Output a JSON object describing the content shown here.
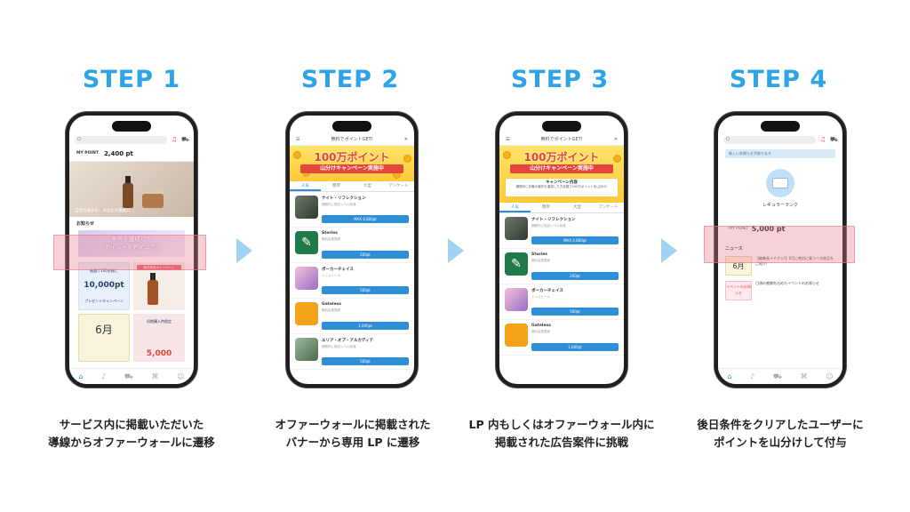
{
  "steps": [
    {
      "title": "STEP 1",
      "caption": [
        "サービス内に掲載いただいた",
        "導線からオファーウォールに遷移"
      ]
    },
    {
      "title": "STEP 2",
      "caption": [
        "オファーウォールに掲載された",
        "バナーから専用 LP に遷移"
      ]
    },
    {
      "title": "STEP 3",
      "caption": [
        "LP 内もしくはオファーウォール内に",
        "掲載された広告案件に挑戦"
      ]
    },
    {
      "title": "STEP 4",
      "caption": [
        "後日条件をクリアしたユーザーに",
        "ポイントを山分けして付与"
      ]
    }
  ],
  "phone1": {
    "search_placeholder": "Q",
    "my_point_label": "MY POINT",
    "my_point_value": "2,400 pt",
    "banner_text": "自然の恵みを、あなたの素肌に…",
    "notice_label": "お知らせ",
    "condition_banner": [
      "条件を達成して",
      "ポイントを貯めよう!"
    ],
    "card1_top": "抽選で100名様に",
    "card1_big": "10,000pt",
    "card1_bottom": "プレゼントキャンペーン",
    "card2_tag": "新作商品キャンペーン",
    "card3_big": "6月",
    "card4_big": "5,000",
    "card4_top": "初期購入時限定"
  },
  "offerwall": {
    "header_title": "無料でポイントGET!",
    "banner_title": "100万ポイント",
    "banner_sub": "山分けキャンペーン実施中",
    "campaign_title": "キャンペーン内容",
    "campaign_text": "期間中に対象の案件を達成した方全員で100万ポイントを山分け!",
    "tabs": [
      "人気",
      "簡単",
      "大型",
      "アンケート"
    ],
    "offers": [
      {
        "name": "ナイト・リフレクション",
        "desc": "期間内に指定レベル到達",
        "btn": "MAX 4,800pt"
      },
      {
        "name": "Stories",
        "desc": "無料会員登録",
        "btn": "200pt"
      },
      {
        "name": "ポーカーチェイス",
        "desc": "インストール",
        "btn": "500pt"
      },
      {
        "name": "Gateless",
        "desc": "無料会員登録",
        "btn": "1,000pt"
      },
      {
        "name": "エリア・オブ・アルカディア",
        "desc": "期間内に指定レベル到達",
        "btn": "500pt"
      }
    ]
  },
  "phone4": {
    "notice_bar": "新しいお知らせがあります",
    "rank_label": "レギュラーランク",
    "my_point_label": "MY POINT",
    "my_point_value": "5,000 pt",
    "news_label": "ニュース",
    "news": [
      {
        "thumb": "6月",
        "text": "【編集長イチオシ!】6月に絶対に買うべき商品をご紹介!"
      },
      {
        "thumb": "イベントのお知らせ",
        "text": "日頃の感謝を込めたイベントのお知らせ"
      }
    ]
  },
  "colors": {
    "accent": "#2ea3e6",
    "highlight": "#ec788c",
    "button": "#2e8fd8",
    "banner_red": "#e4463b"
  }
}
